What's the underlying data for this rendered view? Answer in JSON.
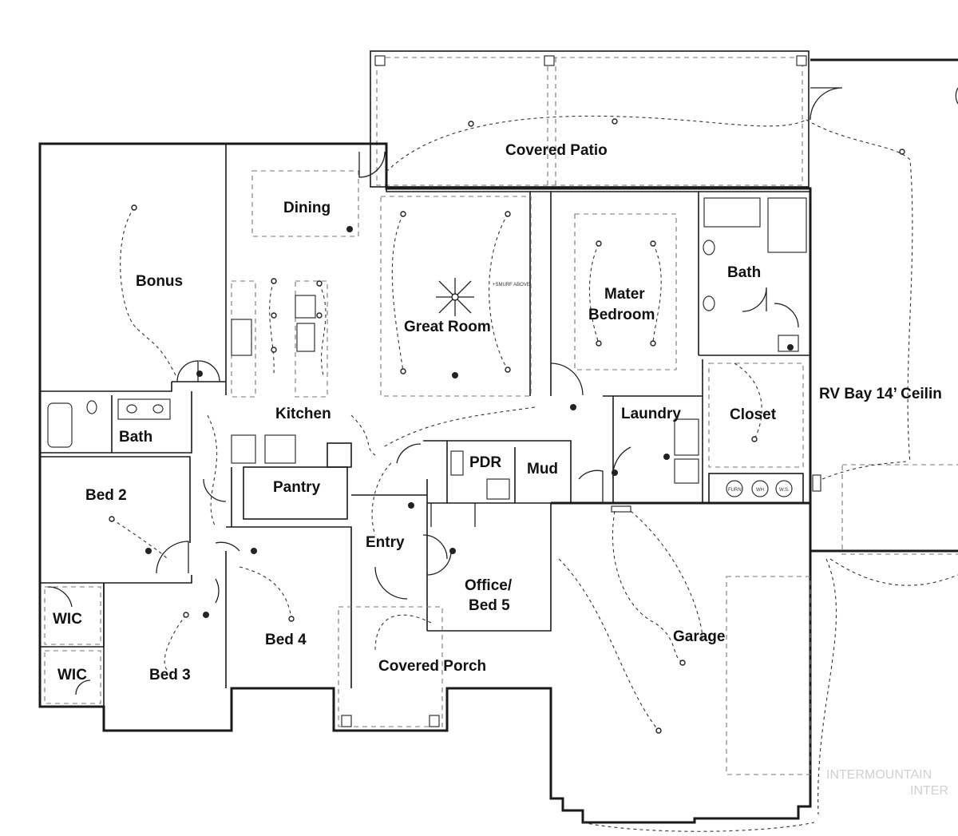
{
  "rooms": {
    "covered_patio": "Covered Patio",
    "dining": "Dining",
    "bonus": "Bonus",
    "great_room": "Great Room",
    "master_bedroom_line1": "Mater",
    "master_bedroom_line2": "Bedroom",
    "master_bath": "Bath",
    "kitchen": "Kitchen",
    "laundry": "Laundry",
    "closet": "Closet",
    "rv_bay": "RV Bay  14’ Ceilin",
    "bath": "Bath",
    "bed2": "Bed 2",
    "pantry": "Pantry",
    "pdr": "PDR",
    "mud": "Mud",
    "entry": "Entry",
    "office_line1": "Office/",
    "office_line2": "Bed 5",
    "wic1": "WIC",
    "wic2": "WIC",
    "bed4": "Bed 4",
    "bed3": "Bed 3",
    "covered_porch": "Covered Porch",
    "garage": "Garage"
  },
  "annotations": {
    "smurf": "+SMURF ABOVE",
    "furn": "FURN",
    "wh": "WH",
    "ws": "W.S."
  },
  "watermark": {
    "line1": "INTERMOUNTAIN",
    "line2": "INTER"
  },
  "colors": {
    "walls": "#1a1a1a",
    "background": "#ffffff",
    "watermark": "#d0d0d0"
  }
}
